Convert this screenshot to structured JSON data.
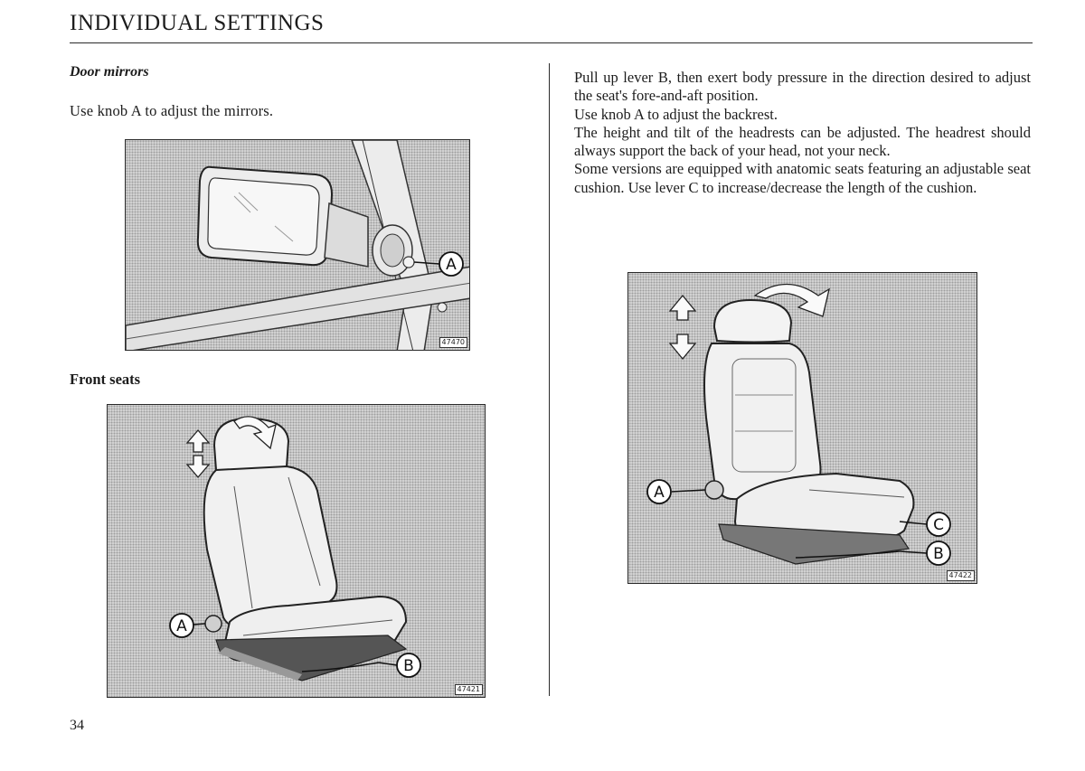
{
  "header": {
    "title": "INDIVIDUAL SETTINGS"
  },
  "door_mirrors": {
    "heading": "Door mirrors",
    "text": "Use knob A to adjust the mirrors.",
    "figure_number": "47470",
    "callout": "A"
  },
  "front_seats": {
    "heading": "Front seats",
    "figure_number": "47421",
    "callouts": [
      "A",
      "B"
    ]
  },
  "right_column": {
    "paragraphs": [
      "Pull up lever B, then exert body pressure in the direction desired to adjust the seat's fore-and-aft position.",
      "Use knob A to adjust the backrest.",
      "The height and tilt of the headrests can be adjusted. The headrest should always support the back of your head, not your neck.",
      "Some versions are equipped with anatomic seats featuring an adjustable seat cushion. Use lever C to increase/decrease the length of the cushion."
    ],
    "figure_number": "47422",
    "callouts": [
      "A",
      "C",
      "B"
    ]
  },
  "footer": {
    "page_number": "34"
  }
}
